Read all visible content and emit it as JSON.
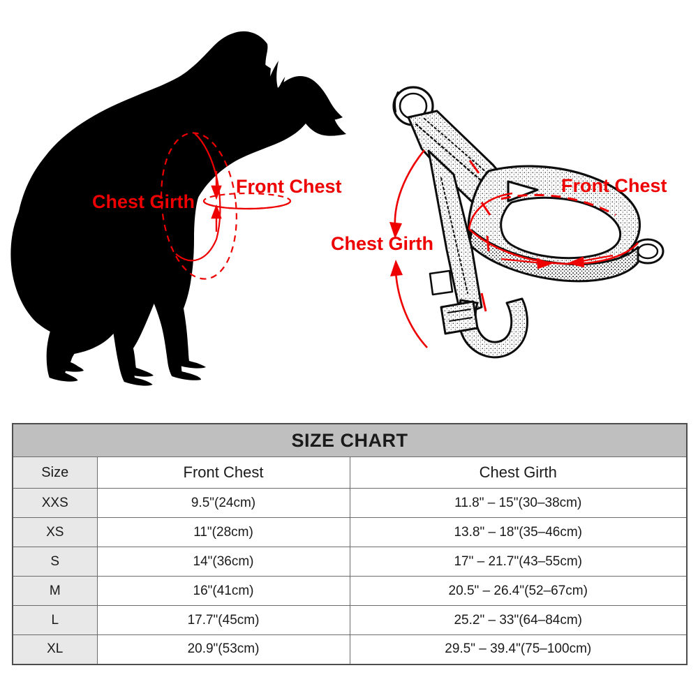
{
  "illustrations": {
    "dog": {
      "name": "dog-silhouette",
      "chest_girth_label": "Chest Girth",
      "front_chest_label": "Front Chest"
    },
    "harness": {
      "name": "dog-harness-drawing",
      "chest_girth_label": "Chest Girth",
      "front_chest_label": "Front Chest"
    },
    "accent_color": "#ee0000",
    "silhouette_color": "#000000"
  },
  "size_chart": {
    "title": "SIZE CHART",
    "columns": [
      "Size",
      "Front Chest",
      "Chest Girth"
    ],
    "rows": [
      {
        "size": "XXS",
        "front_chest": "9.5\"(24cm)",
        "chest_girth": "11.8\" – 15\"(30–38cm)"
      },
      {
        "size": "XS",
        "front_chest": "11\"(28cm)",
        "chest_girth": "13.8\" – 18\"(35–46cm)"
      },
      {
        "size": "S",
        "front_chest": "14\"(36cm)",
        "chest_girth": "17\" – 21.7\"(43–55cm)"
      },
      {
        "size": "M",
        "front_chest": "16\"(41cm)",
        "chest_girth": "20.5\" – 26.4\"(52–67cm)"
      },
      {
        "size": "L",
        "front_chest": "17.7\"(45cm)",
        "chest_girth": "25.2\" – 33\"(64–84cm)"
      },
      {
        "size": "XL",
        "front_chest": "20.9\"(53cm)",
        "chest_girth": "29.5\" – 39.4\"(75–100cm)"
      }
    ],
    "colors": {
      "title_band": "#bfbfbf",
      "size_column": "#e8e8e8",
      "border": "#6b6b6b",
      "text": "#1a1a1a"
    }
  }
}
